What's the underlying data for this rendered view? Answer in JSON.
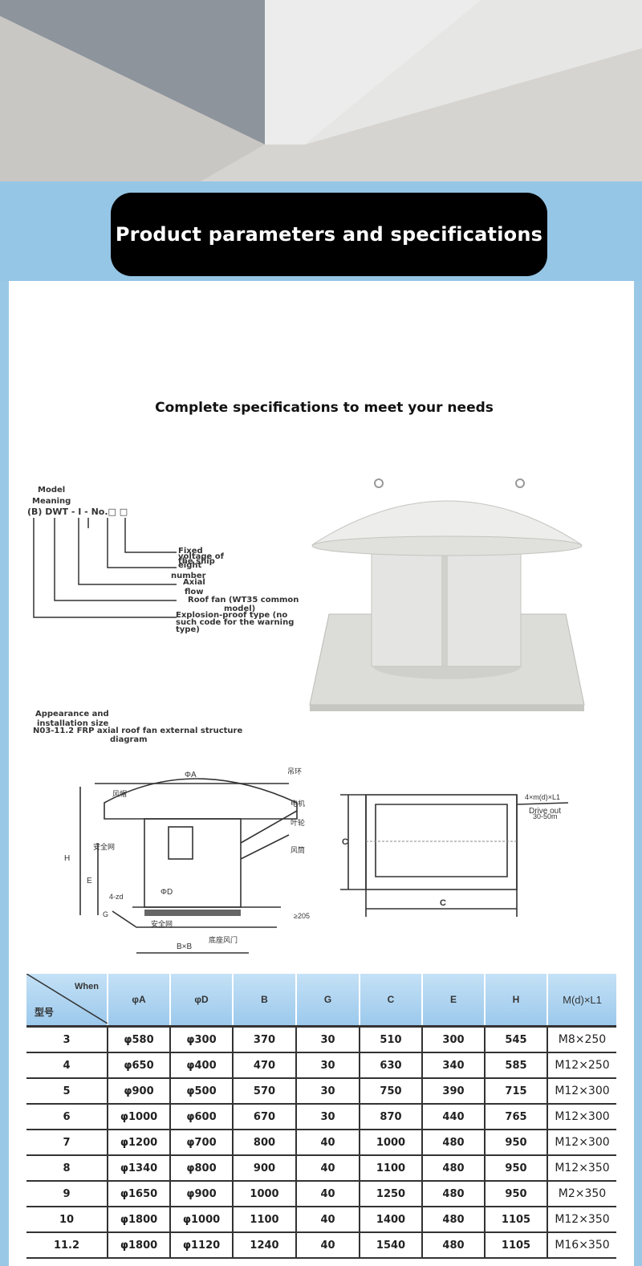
{
  "banner": {
    "title": "Product parameters and specifications"
  },
  "subtitle": "Complete specifications to meet your needs",
  "model_meaning": {
    "heading_1": "Model",
    "heading_2": "Meaning",
    "code": "(B) DWT - I - No.□ □",
    "labels": {
      "fixed": "Fixed",
      "voltage": "voltage of",
      "ship": "the ship",
      "eight": "eight",
      "number": "number",
      "axial": "Axial",
      "flow": "flow",
      "roof_fan": "Roof fan (WT35 common",
      "model": "model)",
      "explosion_1": "Explosion-proof type (no",
      "explosion_2": "such code for the warning",
      "explosion_3": "type)"
    }
  },
  "appearance": {
    "line1": "Appearance and",
    "line2": "installation size",
    "line3": "N03-11.2 FRP axial roof fan external structure",
    "line4": "diagram"
  },
  "drawing": {
    "phiA": "ΦA",
    "phiD": "ΦD",
    "H": "H",
    "E": "E",
    "G": "G",
    "four_zd": "4-zd",
    "BxB": "B×B",
    "min205": "≥205",
    "cn_labels": [
      "风帽",
      "吊环",
      "电机",
      "叶轮",
      "风筒",
      "安全网",
      "安全网",
      "底座风门"
    ],
    "C_vertical": "C",
    "C_horizontal": "C",
    "bolts": "4×m(d)×L1",
    "drive_out": "Drive out",
    "range": "30-50m"
  },
  "table": {
    "corner_top": "When",
    "corner_bottom": "型号",
    "headers": [
      "φA",
      "φD",
      "B",
      "G",
      "C",
      "E",
      "H",
      "M(d)×L1"
    ],
    "rows": [
      [
        "3",
        "φ580",
        "φ300",
        "370",
        "30",
        "510",
        "300",
        "545",
        "M8×250"
      ],
      [
        "4",
        "φ650",
        "φ400",
        "470",
        "30",
        "630",
        "340",
        "585",
        "M12×250"
      ],
      [
        "5",
        "φ900",
        "φ500",
        "570",
        "30",
        "750",
        "390",
        "715",
        "M12×300"
      ],
      [
        "6",
        "φ1000",
        "φ600",
        "670",
        "30",
        "870",
        "440",
        "765",
        "M12×300"
      ],
      [
        "7",
        "φ1200",
        "φ700",
        "800",
        "40",
        "1000",
        "480",
        "950",
        "M12×300"
      ],
      [
        "8",
        "φ1340",
        "φ800",
        "900",
        "40",
        "1100",
        "480",
        "950",
        "M12×350"
      ],
      [
        "9",
        "φ1650",
        "φ900",
        "1000",
        "40",
        "1250",
        "480",
        "950",
        "M2×350"
      ],
      [
        "10",
        "φ1800",
        "φ1000",
        "1100",
        "40",
        "1400",
        "480",
        "1105",
        "M12×350"
      ],
      [
        "11.2",
        "φ1800",
        "φ1120",
        "1240",
        "40",
        "1540",
        "480",
        "1105",
        "M16×350"
      ]
    ]
  }
}
